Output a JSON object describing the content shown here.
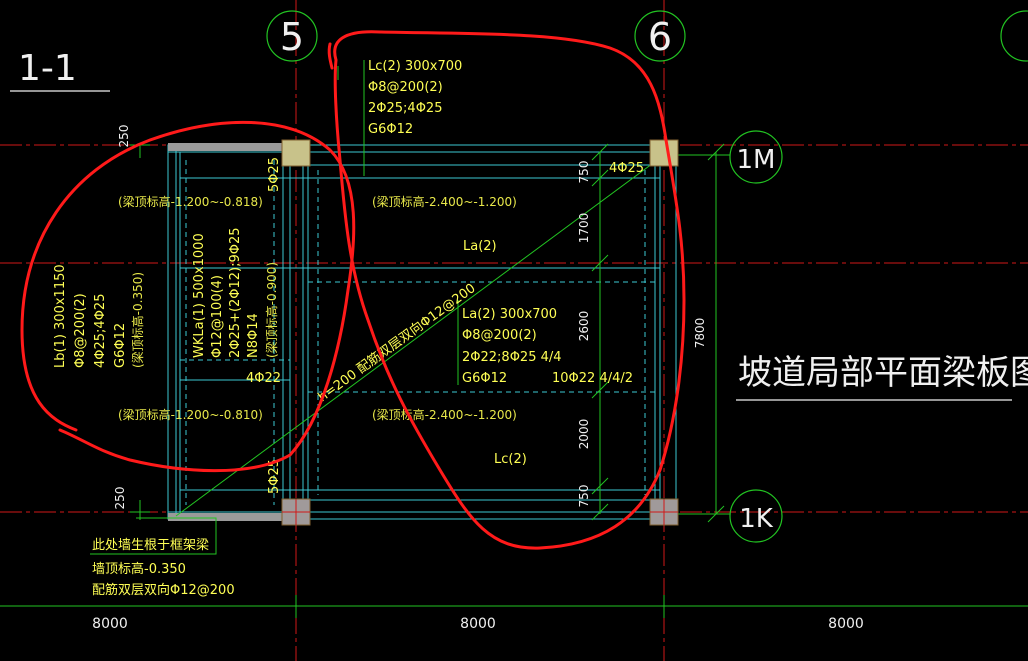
{
  "drawing": {
    "section_label": "1-1",
    "title": "坡道局部平面梁板图",
    "axes": {
      "col_5": "5",
      "col_6": "6",
      "row_1M": "1M",
      "row_1K": "1K"
    },
    "dims": {
      "bay_left": "8000",
      "bay_mid": "8000",
      "bay_right": "8000",
      "span_right": "7800",
      "seg_750_top": "750",
      "seg_1700": "1700",
      "seg_2600": "2600",
      "seg_2000": "2000",
      "seg_750_bot": "750",
      "left_250_top": "250",
      "left_250_bot": "250"
    },
    "beam_lc_top": {
      "name": "Lc(2) 300x700",
      "stirrup": "Φ8@200(2)",
      "longit": "2Φ25;4Φ25",
      "side": "G6Φ12"
    },
    "beam_la": {
      "name": "La(2) 300x700",
      "stirrup": "Φ8@200(2)",
      "longit": "2Φ22;8Φ25 4/4",
      "side": "G6Φ12",
      "extra": "10Φ22 4/4/2"
    },
    "beam_lb": {
      "name": "Lb(1) 300x1150",
      "stirrup": "Φ8@200(2)",
      "longit": "4Φ25;4Φ25",
      "side": "G6Φ12",
      "elev": "(梁顶标高-0.350)"
    },
    "beam_wkl": {
      "name": "WKLa(1) 500x1000",
      "stirrup": "Φ12@100(4)",
      "longit": "2Φ25+(2Φ12);9Φ25",
      "side": "N8Φ14",
      "elev": "(梁顶标高-0.900)"
    },
    "labels": {
      "la2": "La(2)",
      "lc2": "Lc(2)",
      "rebar_4phi25": "4Φ25",
      "rebar_5phi25_top": "5Φ25",
      "rebar_5phi25_bot": "5Φ25",
      "rebar_4phi22": "4Φ22",
      "elev_left_top": "(梁顶标高-1.200~-0.818)",
      "elev_mid_top": "(梁顶标高-2.400~-1.200)",
      "elev_left_bot": "(梁顶标高-1.200~-0.810)",
      "elev_mid_bot": "(梁顶标高-2.400~-1.200)",
      "slab_note": "h=200 配筋双层双向Φ12@200"
    },
    "wall_note": {
      "line1": "此处墙生根于框架梁",
      "line2": "墙顶标高-0.350",
      "line3": "配筋双层双向Φ12@200"
    }
  }
}
